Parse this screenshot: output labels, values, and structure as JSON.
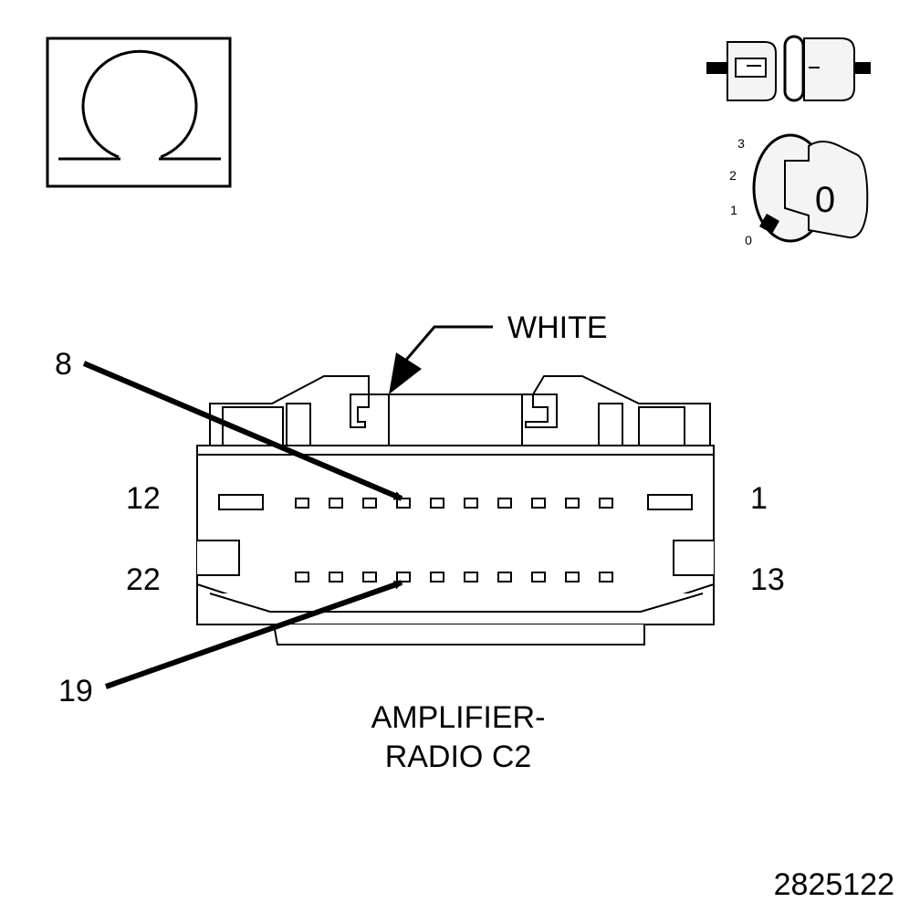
{
  "icons": {
    "ohmmeter": "ohm-symbol-icon",
    "connector_disconnected": "disconnected-connector-icon",
    "ignition_switch": "ignition-key-icon"
  },
  "ignition": {
    "positions": [
      "3",
      "2",
      "1",
      "0"
    ],
    "key_position": "0"
  },
  "connector": {
    "color_label": "WHITE",
    "row_top": {
      "left_pin": "12",
      "right_pin": "1",
      "cavities": 10
    },
    "row_bottom": {
      "left_pin": "22",
      "right_pin": "13",
      "cavities": 10
    },
    "callouts": {
      "upper": "8",
      "lower": "19"
    },
    "title_line1": "AMPLIFIER-",
    "title_line2": "RADIO C2"
  },
  "figure_number": "2825122",
  "colors": {
    "ink": "#000000",
    "background": "#ffffff",
    "icon_fill": "#f2f2f2"
  }
}
